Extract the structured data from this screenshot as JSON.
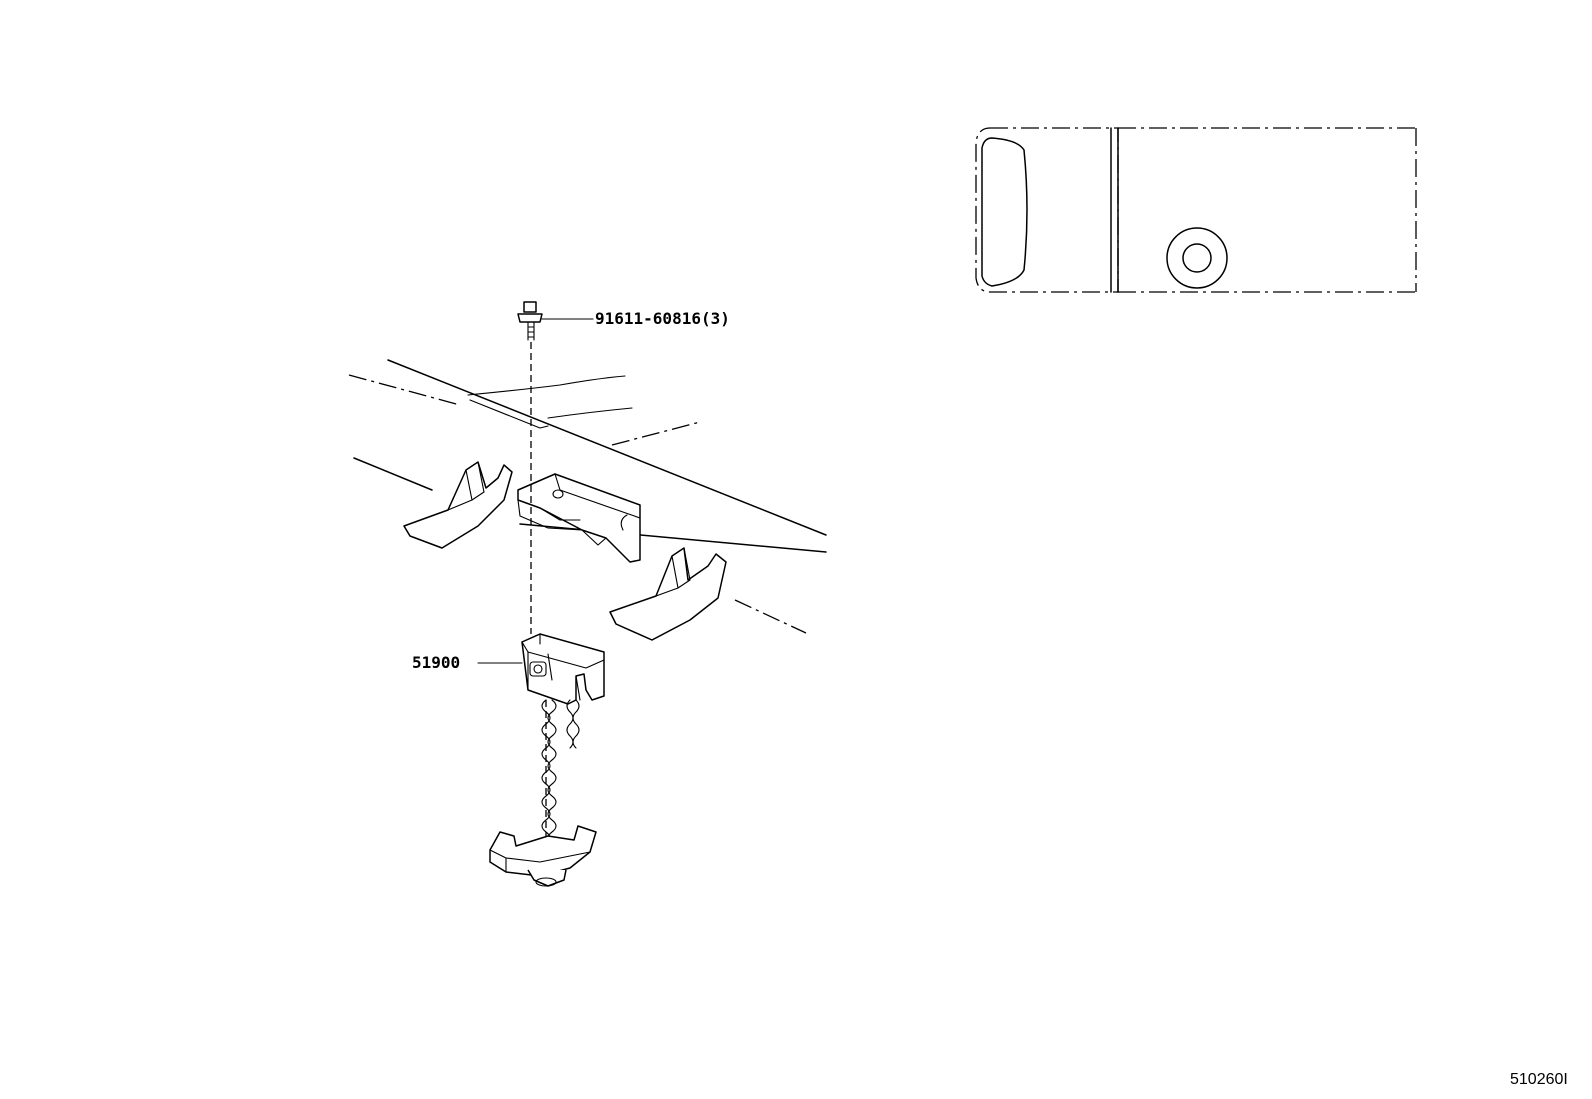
{
  "parts": [
    {
      "part_number": "91611-60816(3)"
    },
    {
      "part_number": "51900"
    }
  ],
  "figure_id": "510260I"
}
